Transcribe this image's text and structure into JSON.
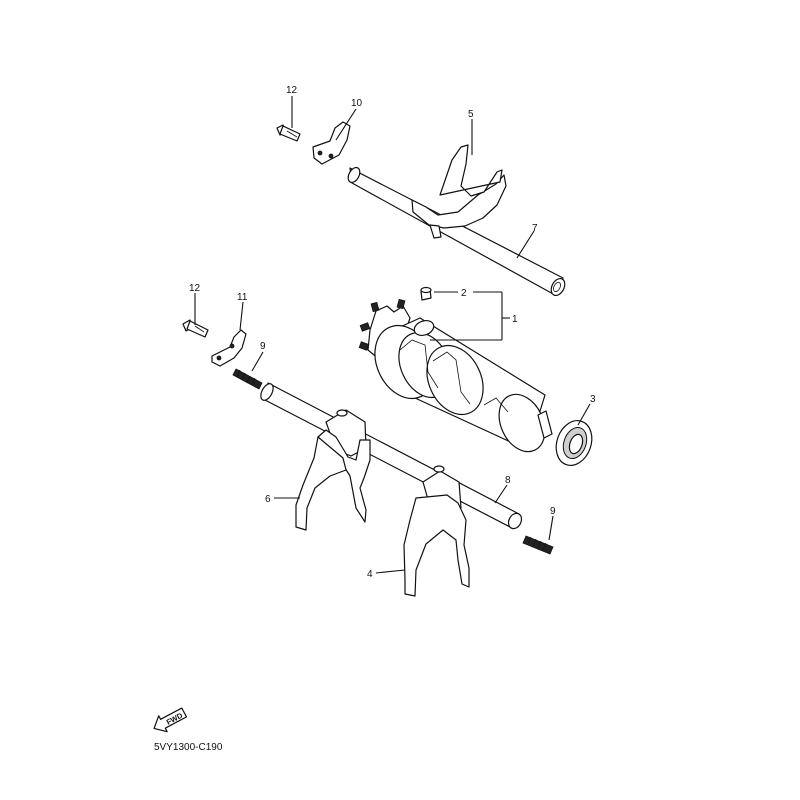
{
  "diagram": {
    "drawing_code": "5VY1300-C190",
    "fwd_label": "FWD",
    "callouts": [
      {
        "id": "c12a",
        "text": "12"
      },
      {
        "id": "c10",
        "text": "10"
      },
      {
        "id": "c5",
        "text": "5"
      },
      {
        "id": "c7",
        "text": "7"
      },
      {
        "id": "c2",
        "text": "2"
      },
      {
        "id": "c1",
        "text": "1"
      },
      {
        "id": "c12b",
        "text": "12"
      },
      {
        "id": "c11",
        "text": "11"
      },
      {
        "id": "c9a",
        "text": "9"
      },
      {
        "id": "c3",
        "text": "3"
      },
      {
        "id": "c8",
        "text": "8"
      },
      {
        "id": "c6",
        "text": "6"
      },
      {
        "id": "c9b",
        "text": "9"
      },
      {
        "id": "c4",
        "text": "4"
      }
    ]
  }
}
